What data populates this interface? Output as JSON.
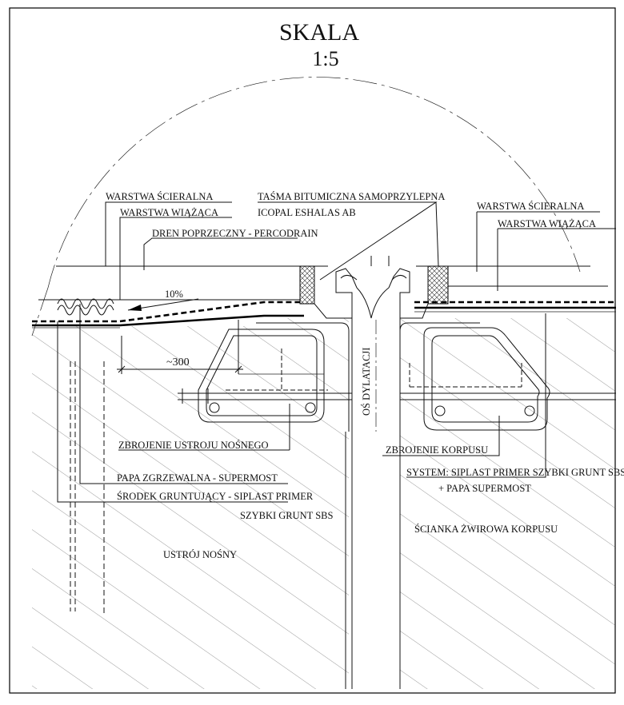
{
  "title": "SKALA",
  "scale": "1:5",
  "labels": {
    "warstwa_scieralna_left": "WARSTWA ŚCIERALNA",
    "warstwa_wiazaca_left": "WARSTWA WIĄŻĄCA",
    "dren": "DREN POPRZECZNY - PERCODRAIN",
    "tasma_line1": "TAŚMA BITUMICZNA SAMOPRZYLEPNA",
    "tasma_line2": "ICOPAL ESHALAS AB",
    "warstwa_scieralna_right": "WARSTWA ŚCIERALNA",
    "warstwa_wiazaca_right": "WARSTWA WIĄŻĄCA",
    "slope": "10%",
    "dimension": "~300",
    "axis": "OŚ DYLATACJI",
    "zbrojenie_ustroju": "ZBROJENIE USTROJU NOŚNEGO",
    "zbrojenie_korpusu": "ZBROJENIE KORPUSU",
    "papa": "PAPA ZGRZEWALNA - SUPERMOST",
    "system_line1": "SYSTEM: SIPLAST PRIMER SZYBKI GRUNT SBS",
    "system_line2": "+ PAPA SUPERMOST",
    "srodek_line1": "ŚRODEK GRUNTUJĄCY - SIPLAST PRIMER",
    "srodek_line2": "SZYBKI GRUNT SBS",
    "scianka": "ŚCIANKA ŻWIROWA KORPUSU",
    "ustroj": "USTRÓJ NOŚNY"
  }
}
